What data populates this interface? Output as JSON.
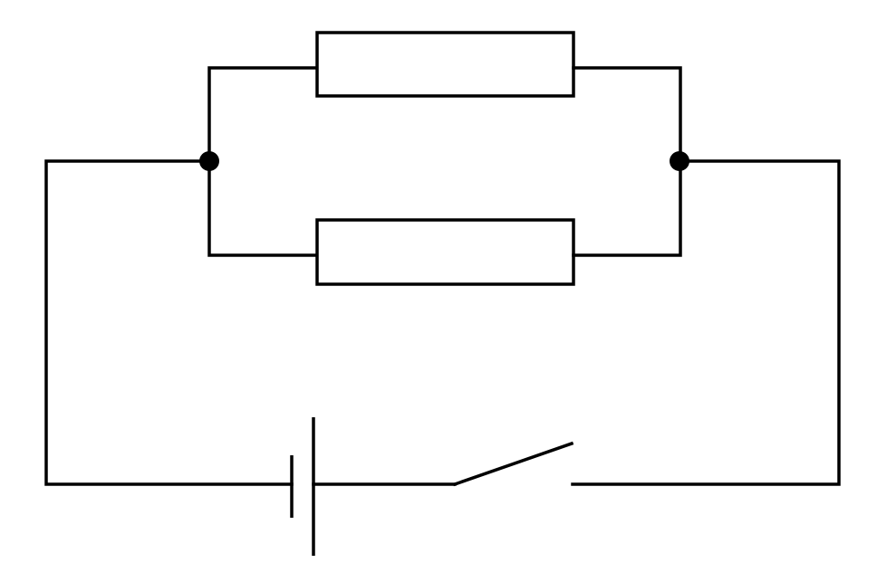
{
  "diagram": {
    "kind": "circuit-schematic",
    "components": [
      {
        "id": "resistor-top",
        "type": "resistor"
      },
      {
        "id": "resistor-bottom",
        "type": "resistor"
      },
      {
        "id": "battery",
        "type": "cell"
      },
      {
        "id": "switch",
        "type": "switch",
        "state": "open"
      }
    ],
    "junctions": [
      "left-node",
      "right-node"
    ],
    "connections": [
      [
        "left-node",
        "resistor-top"
      ],
      [
        "left-node",
        "resistor-bottom"
      ],
      [
        "resistor-top",
        "right-node"
      ],
      [
        "resistor-bottom",
        "right-node"
      ],
      [
        "right-node",
        "switch"
      ],
      [
        "switch",
        "battery"
      ],
      [
        "battery",
        "left-node"
      ]
    ]
  },
  "colors": {
    "line": "#000000",
    "background": "#ffffff"
  }
}
